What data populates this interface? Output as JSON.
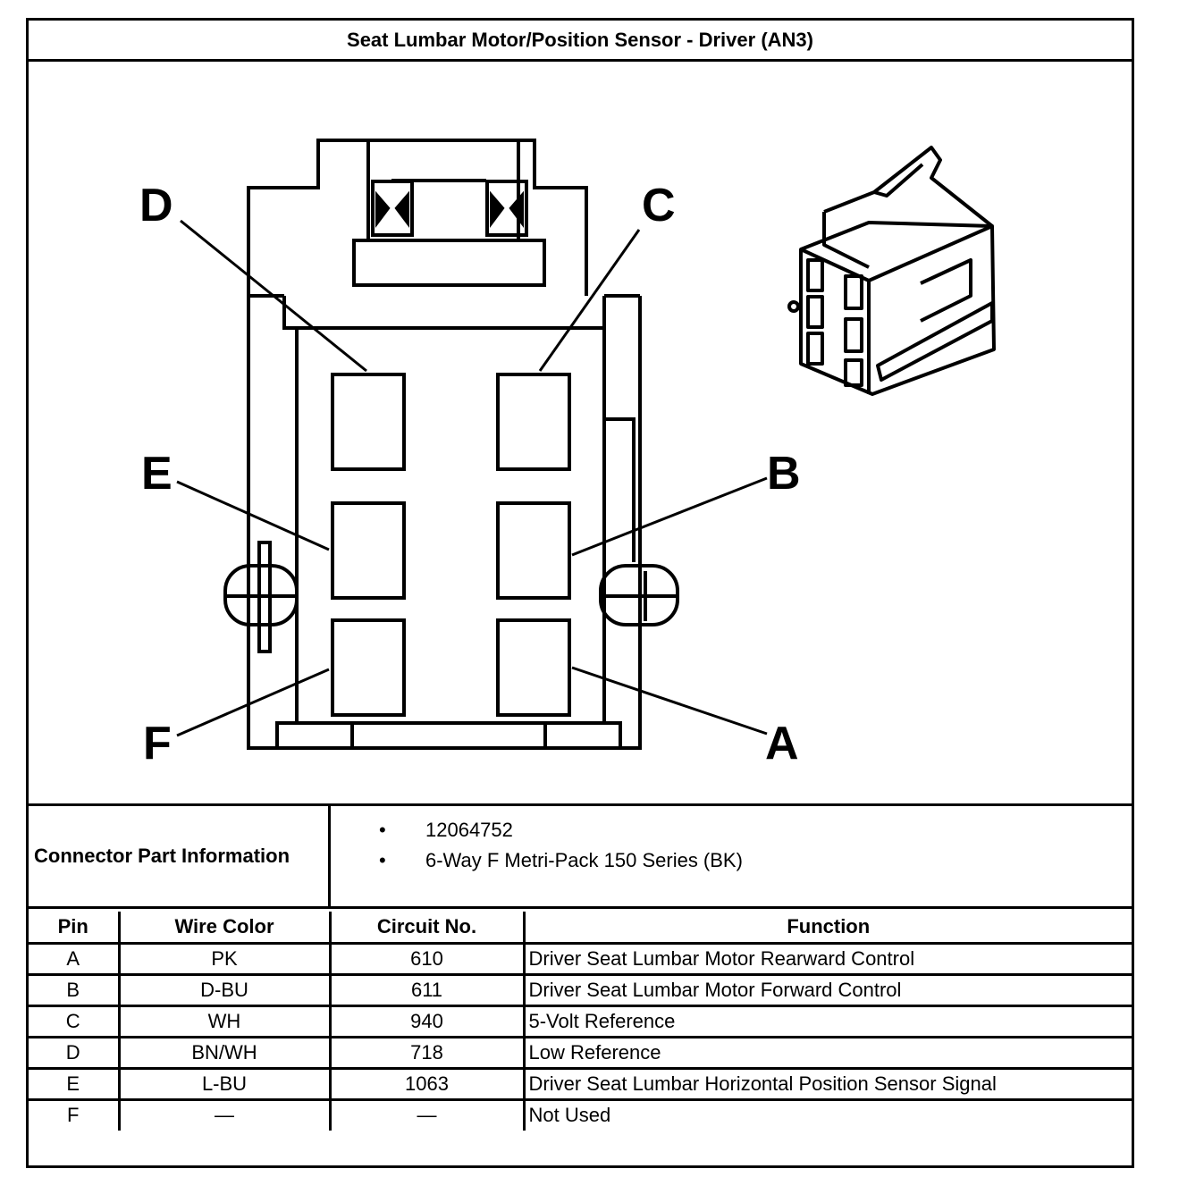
{
  "title": "Seat Lumbar Motor/Position Sensor - Driver (AN3)",
  "diagram": {
    "pin_labels": {
      "A": "A",
      "B": "B",
      "C": "C",
      "D": "D",
      "E": "E",
      "F": "F"
    }
  },
  "connector_info": {
    "label": "Connector Part Information",
    "items": [
      "12064752",
      "6-Way F Metri-Pack 150 Series (BK)"
    ],
    "bullet": "•"
  },
  "table": {
    "headers": {
      "pin": "Pin",
      "wire_color": "Wire Color",
      "circuit": "Circuit No.",
      "function": "Function"
    },
    "rows": [
      {
        "pin": "A",
        "wire_color": "PK",
        "circuit": "610",
        "function": "Driver Seat Lumbar Motor Rearward Control"
      },
      {
        "pin": "B",
        "wire_color": "D-BU",
        "circuit": "611",
        "function": "Driver Seat Lumbar Motor Forward Control"
      },
      {
        "pin": "C",
        "wire_color": "WH",
        "circuit": "940",
        "function": "5-Volt Reference"
      },
      {
        "pin": "D",
        "wire_color": "BN/WH",
        "circuit": "718",
        "function": "Low Reference"
      },
      {
        "pin": "E",
        "wire_color": "L-BU",
        "circuit": "1063",
        "function": "Driver Seat Lumbar Horizontal Position Sensor Signal"
      },
      {
        "pin": "F",
        "wire_color": "—",
        "circuit": "—",
        "function": "Not Used"
      }
    ]
  }
}
